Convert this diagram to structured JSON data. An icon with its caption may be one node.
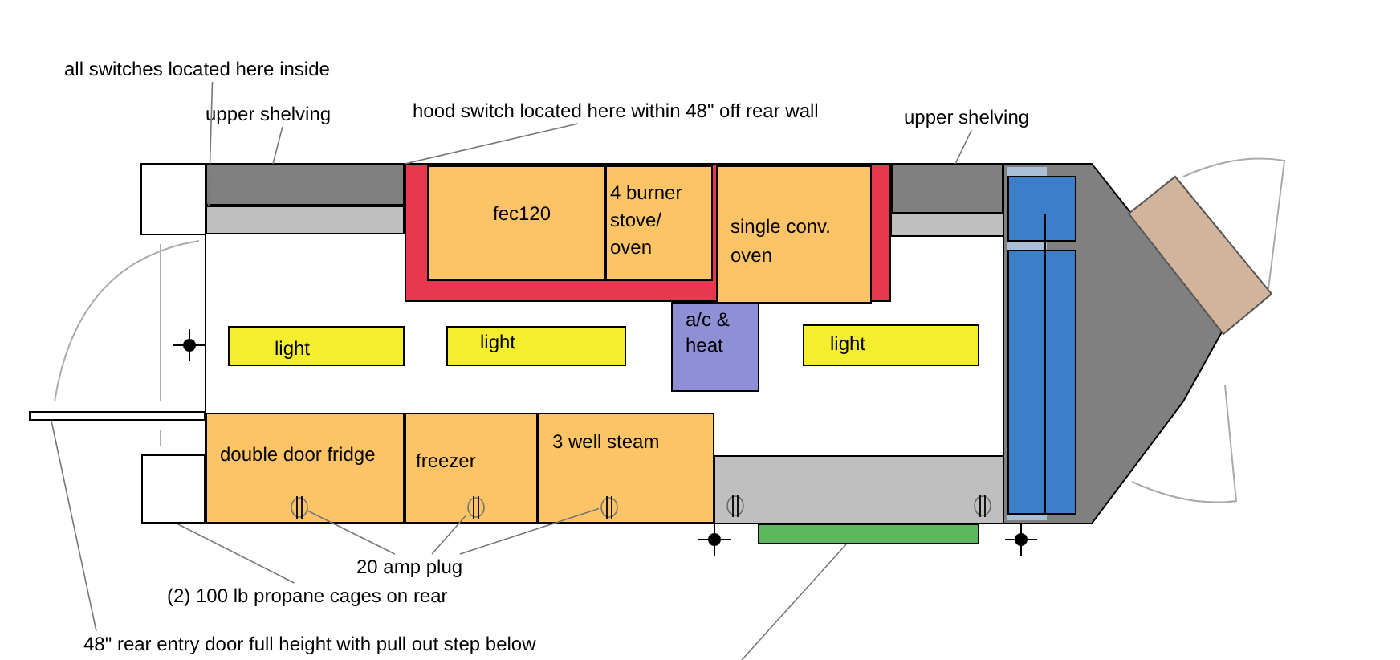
{
  "diagram": {
    "nodes": [
      {
        "text": [
          "all switches located here inside"
        ]
      },
      {
        "text": [
          "upper shelving"
        ]
      },
      {
        "text": [
          "hood switch located here within 48\" off rear wall"
        ]
      },
      {
        "text": [
          "upper shelving"
        ]
      },
      {
        "text": [],
        "shape": "box"
      },
      {
        "text": [],
        "shape": "box"
      },
      {
        "text": [],
        "shape": "box"
      },
      {
        "text": [
          "fec120"
        ],
        "in": 6
      },
      {
        "text": [
          "4 burner stove/ oven"
        ],
        "in": 6
      },
      {
        "text": [
          "single conv. oven"
        ],
        "in": 6
      },
      {
        "text": [],
        "shape": "box"
      },
      {
        "text": [
          "light"
        ]
      },
      {
        "text": [
          "light"
        ]
      },
      {
        "text": [
          "a/c & heat"
        ]
      },
      {
        "text": [
          "light"
        ]
      },
      {
        "text": [
          "double door fridge"
        ]
      },
      {
        "text": [
          "freezer"
        ]
      },
      {
        "text": [
          "3 well steam"
        ]
      },
      {
        "text": [],
        "shape": "circle",
        "in": 15
      },
      {
        "text": [],
        "shape": "circle",
        "in": 16
      },
      {
        "text": [],
        "shape": "circle",
        "in": 17
      },
      {
        "text": [
          "20 amp plug"
        ]
      },
      {
        "text": [
          "(2) 100 lb propane cages on rear"
        ]
      },
      {
        "text": [
          "48\" rear entry door full height with pull out step below"
        ]
      },
      {
        "text": [],
        "shape": "box"
      },
      {
        "text": [],
        "shape": "bar"
      },
      {
        "text": [],
        "shape": "box"
      }
    ],
    "edges": [
      {
        "from": 0,
        "to": 5,
        "arrow": "none"
      },
      {
        "from": 1,
        "to": 4,
        "arrow": "none"
      },
      {
        "from": 2,
        "to": 6,
        "arrow": "none"
      },
      {
        "from": 3,
        "to": 10,
        "arrow": "none"
      },
      {
        "from": 21,
        "to": 18,
        "arrow": "none"
      },
      {
        "from": 21,
        "to": 19,
        "arrow": "none"
      },
      {
        "from": 21,
        "to": 20,
        "arrow": "none"
      },
      {
        "from": 22,
        "to": 24,
        "arrow": "none"
      },
      {
        "from": 23,
        "to": 25,
        "arrow": "none"
      },
      {
        "from": null,
        "to": 26,
        "arrow": "none"
      }
    ]
  }
}
